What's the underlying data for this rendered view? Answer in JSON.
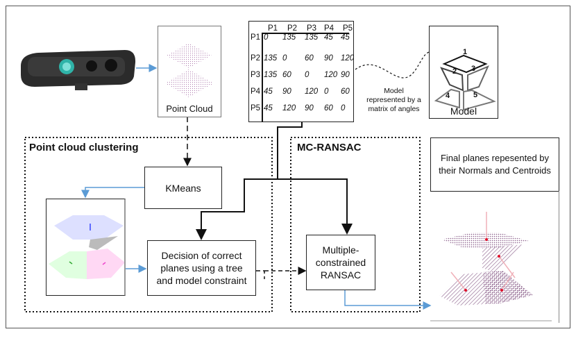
{
  "point_cloud": {
    "label": "Point Cloud"
  },
  "matrix": {
    "headers": [
      "P1",
      "P2",
      "P3",
      "P4",
      "P5"
    ],
    "rows": [
      {
        "label": "P1",
        "values": [
          "0",
          "135",
          "135",
          "45",
          "45"
        ]
      },
      {
        "label": "P2",
        "values": [
          "135",
          "0",
          "60",
          "90",
          "120"
        ]
      },
      {
        "label": "P3",
        "values": [
          "135",
          "60",
          "0",
          "120",
          "90"
        ]
      },
      {
        "label": "P4",
        "values": [
          "45",
          "90",
          "120",
          "0",
          "60"
        ]
      },
      {
        "label": "P5",
        "values": [
          "45",
          "120",
          "90",
          "60",
          "0"
        ]
      }
    ]
  },
  "model_caption": {
    "line1": "Model",
    "line2": "represented by a",
    "line3": "matrix of angles"
  },
  "model": {
    "label": "Model",
    "faces": [
      "1",
      "2",
      "3",
      "4",
      "5"
    ]
  },
  "clustering": {
    "title": "Point cloud clustering",
    "kmeans": "KMeans",
    "decision": [
      "Decision of correct",
      "planes using a tree",
      "and model constraint"
    ]
  },
  "ransac": {
    "title": "MC-RANSAC",
    "box": [
      "Multiple-",
      "constrained",
      "RANSAC"
    ]
  },
  "final": {
    "text": [
      "Final planes repesented by",
      "their Normals and Centroids"
    ]
  },
  "colors": {
    "arrow_blue": "#5b9bd5",
    "plane": "#8a5f8a",
    "centroid": "#e0102a",
    "cluster_blue": "#3344ff",
    "cluster_green": "#33cc33",
    "cluster_pink": "#ee44cc"
  }
}
